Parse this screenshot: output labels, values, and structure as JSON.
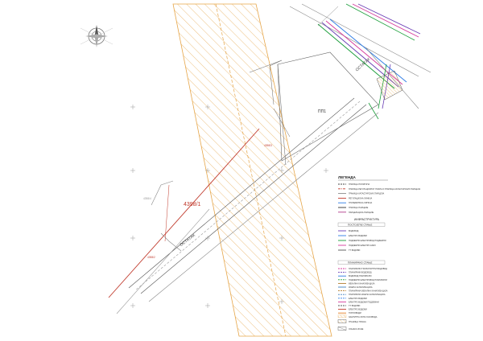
{
  "parcels": {
    "main_number": "4398/1",
    "remainder_left": "ОСТАТАК",
    "remainder_top": "ОСТАТАК",
    "zone_code": "ПП1",
    "small_labels": [
      "4398/3",
      "4398/2",
      "4398/4"
    ]
  },
  "legend": {
    "title": "ЛЕГЕНДА",
    "general_items": [
      {
        "text": "ГРАНИЦА ПОЛИГОНА",
        "color": "#444444",
        "style": "dash"
      },
      {
        "text": "ГРАНИЦА РЕГУЛАЦИОНОГ ПЛАНА И ГРАНИЦА КАТАСТАРСКИХ ПАРЦЕЛА",
        "color": "#c0392b",
        "style": "dashdot"
      },
      {
        "text": "ГРАНИЦА КАТАСТАРСКИХ ПАРЦЕЛА",
        "color": "#888888",
        "style": "solid"
      },
      {
        "text": "РЕГУЛАЦИОНА ЛИНИЈА",
        "color": "#c0392b",
        "style": "solid"
      },
      {
        "text": "ГРАЂЕВИНСКА ЛИНИЈА",
        "color": "#2c7be5",
        "style": "solid"
      },
      {
        "text": "ГРАНИЦА ПАРЦЕЛЕ",
        "color": "#333333",
        "style": "solid"
      },
      {
        "text": "ПАРЦЕЛАЦИЈА ПАРЦЕЛЕ",
        "color": "#b03a8c",
        "style": "solid"
      }
    ],
    "infra_title": "ИНФРАСТРУКТУРА",
    "existing_title": "ПОСТОЈЕЋЕ СТАЊЕ",
    "existing_items": [
      {
        "text": "ВОДОВОД",
        "color": "#6a3fb5",
        "style": "solid"
      },
      {
        "text": "ЕЛЕКТРО ВОДОВИ",
        "color": "#2c7be5",
        "style": "solid"
      },
      {
        "text": "ПОДЗЕМНИ ЕЛЕКТРОВОД ПОДЗЕМНИ",
        "color": "#1a9e3a",
        "style": "solid"
      },
      {
        "text": "ПОДЗЕМНИ ЕЛЕКТРО КАБЛ",
        "color": "#d4399b",
        "style": "solid"
      },
      {
        "text": "ТТ ВОДОВИ",
        "color": "#555555",
        "style": "solid"
      }
    ],
    "planned_title": "ПЛАНИРАНО СТАЊЕ",
    "planned_items": [
      {
        "text": "ПЛАНИРАНИ ТРАНСПОРТНИ ВОДОВОД",
        "color": "#d4399b",
        "style": "dash"
      },
      {
        "text": "ПЛАНИРАНИ ВОДОВОД",
        "color": "#6a3fb5",
        "style": "dash"
      },
      {
        "text": "ВОДОВОД ПЛАНИРАНИ",
        "color": "#2c7be5",
        "style": "solid"
      },
      {
        "text": "ПОДЗЕМНИ ЕЛЕКТРОВОД ПЛАНИРАНИ",
        "color": "#1a9e3a",
        "style": "dash"
      },
      {
        "text": "ФЕКАЛНА КАНАЛИЗАЦИЈА",
        "color": "#b07a2a",
        "style": "solid"
      },
      {
        "text": "КИШНА КАНАЛИЗАЦИЈА",
        "color": "#3f7fbf",
        "style": "solid"
      },
      {
        "text": "ПЛАНИРАНА ФЕКАЛНА КАНАЛИЗАЦИЈА",
        "color": "#b07a2a",
        "style": "dash"
      },
      {
        "text": "ПЛАНИРАНА КИШНА КАНАЛИЗАЦИЈА",
        "color": "#3f7fbf",
        "style": "dash"
      },
      {
        "text": "ЕЛЕКТРО ВОДОВИ",
        "color": "#2c7be5",
        "style": "dash"
      },
      {
        "text": "ЕЛЕКТРО ВОДОВИ ПОДЗЕМНИ",
        "color": "#d4399b",
        "style": "solid"
      },
      {
        "text": "ТТ ВОДОВИ",
        "color": "#555555",
        "style": "dash"
      },
      {
        "text": "ЕЛЕКТРО ВОДОВИ",
        "color": "#c0392b",
        "style": "solid"
      },
      {
        "text": "ТОПЛОВОДИ",
        "color": "#e67e22",
        "style": "solid"
      },
      {
        "text": "ЗАШТИТНА ЗОНА ГАСОВОДА",
        "color": "#e6a64a",
        "style": "hatch"
      }
    ],
    "footer_items": [
      {
        "text": "ГРАНИЦА ПЛАНА"
      },
      {
        "text": "ОЗНАКА ЗОНЕ"
      }
    ]
  },
  "colors": {
    "hatch": "#e6a64a",
    "red": "#c0392b",
    "purple": "#6a3fb5",
    "green": "#1a9e3a",
    "blue": "#2c7be5",
    "magenta": "#d4399b"
  }
}
